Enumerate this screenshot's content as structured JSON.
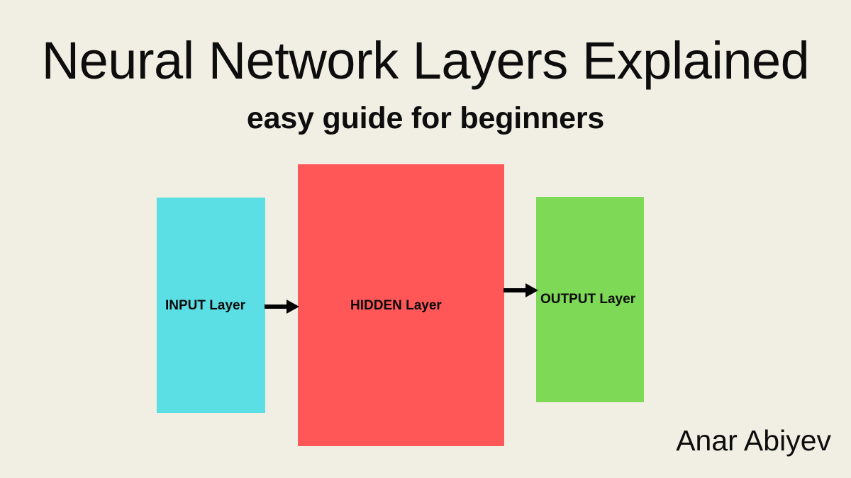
{
  "heading": {
    "title": "Neural Network Layers Explained",
    "subtitle": "easy guide for beginners"
  },
  "diagram": {
    "layers": [
      {
        "id": "input",
        "label": "INPUT Layer",
        "color": "#5bdfe4"
      },
      {
        "id": "hidden",
        "label": "HIDDEN Layer",
        "color": "#ff5757"
      },
      {
        "id": "output",
        "label": "OUTPUT Layer",
        "color": "#7ed957"
      }
    ],
    "arrows": [
      {
        "id": "input-to-hidden",
        "icon": "arrow-right-icon",
        "color": "#000000"
      },
      {
        "id": "hidden-to-output",
        "icon": "arrow-right-icon",
        "color": "#000000"
      }
    ]
  },
  "signature": {
    "author": "Anar Abiyev"
  },
  "colors": {
    "background": "#f1efe3",
    "text": "#0d0d0d",
    "input_layer": "#5bdfe4",
    "hidden_layer": "#ff5757",
    "output_layer": "#7ed957",
    "arrow": "#000000"
  }
}
